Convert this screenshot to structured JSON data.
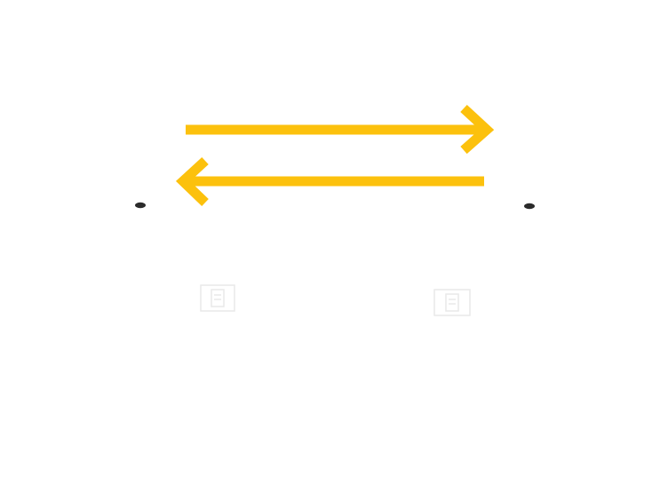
{
  "colors": {
    "background": "#ffffff",
    "arrow": "#fcc10d",
    "dot": "#2b2b2b",
    "faint_icon": "#e9e9e9"
  },
  "arrows": [
    {
      "direction": "right"
    },
    {
      "direction": "left"
    }
  ],
  "endpoints": [
    "left-dot",
    "right-dot"
  ],
  "icons": [
    "document-icon",
    "document-icon"
  ]
}
